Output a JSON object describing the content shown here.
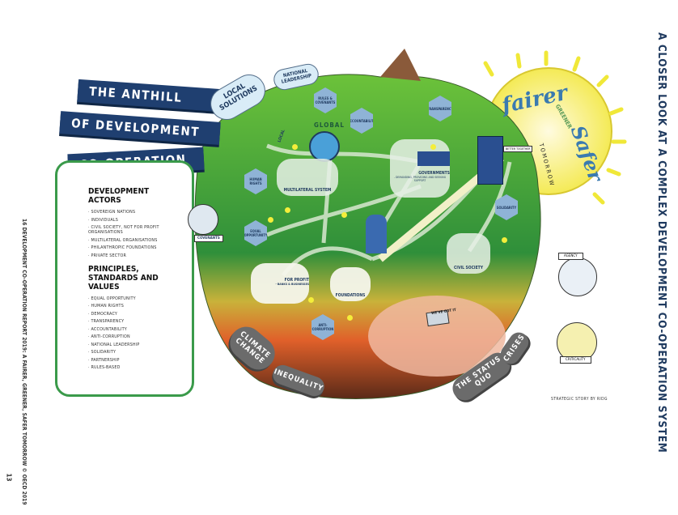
{
  "footer": {
    "running_title": "16 DEVELOPMENT CO-OPERATION REPORT 2019: A FAIRER, GREENER, SAFER TOMORROW © OECD 2019",
    "page_number": "13"
  },
  "section_title": "A CLOSER LOOK AT A COMPLEX DEVELOPMENT CO-OPERATION SYSTEM",
  "banner": [
    "THE ANTHILL",
    "OF DEVELOPMENT",
    "CO-OPERATION"
  ],
  "panel": {
    "actors_heading": "DEVELOPMENT ACTORS",
    "actors": [
      "SOVEREIGN NATIONS",
      "INDIVIDUALS",
      "CIVIL SOCIETY, NOT FOR PROFIT ORGANISATIONS",
      "MULTILATERAL ORGANISATIONS",
      "PHILANTHROPIC FOUNDATIONS",
      "PRIVATE SECTOR"
    ],
    "principles_heading": "PRINCIPLES, STANDARDS AND VALUES",
    "principles": [
      "EQUAL OPPORTUNITY",
      "HUMAN RIGHTS",
      "DEMOCRACY",
      "TRANSPARENCY",
      "ACCOUNTABILITY",
      "ANTI-CORRUPTION",
      "NATIONAL LEADERSHIP",
      "SOLIDARITY",
      "PARTNERSHIP",
      "RULES-BASED"
    ]
  },
  "illustration": {
    "clouds": {
      "local": "LOCAL SOLUTIONS",
      "national": "NATIONAL LEADERSHIP"
    },
    "hexagons": {
      "rules": "RULES & COVENANTS",
      "accountability": "ACCOUNTABILITY",
      "transparency": "TRANSPARENCY",
      "human_rights": "HUMAN RIGHTS",
      "equal_opportunity": "EQUAL OPPORTUNITY",
      "solidarity": "SOLIDARITY",
      "anti_corruption": "ANTI-CORRUPTION"
    },
    "nodes": {
      "local": "LOCAL",
      "global": "GLOBAL",
      "multilateral": "MULTILATERAL SYSTEM",
      "governments": "GOVERNMENTS",
      "governments_sub": "- DEMANDING, PROVIDING AND SEEKING SUPPORT",
      "civil_society": "CIVIL SOCIETY",
      "for_profit": "FOR PROFIT",
      "for_profit_sub": "- BANKS & BUSINESSES",
      "foundations": "FOUNDATIONS",
      "better_together": "BETTER TOGETHER",
      "protest_sign": "WE'VE GOT IT",
      "covenants": "COVENANTS"
    },
    "threats": [
      "CLIMATE CHANGE",
      "INEQUALITY",
      "THE STATUS QUO",
      "CRISES"
    ],
    "sun": {
      "fairer": "fairer",
      "greener": "GREENER",
      "safer": "Safer",
      "tomorrow": "TOMORROW"
    },
    "agency": "AGENCY",
    "criticality": "CRITICALITY",
    "credit": "STRATEGIC STORY BY RIDG"
  },
  "colors": {
    "navy": "#1f3f70",
    "panel_border": "#3a9a4a",
    "title": "#1f3a5f",
    "sun": "#f7f07a"
  }
}
